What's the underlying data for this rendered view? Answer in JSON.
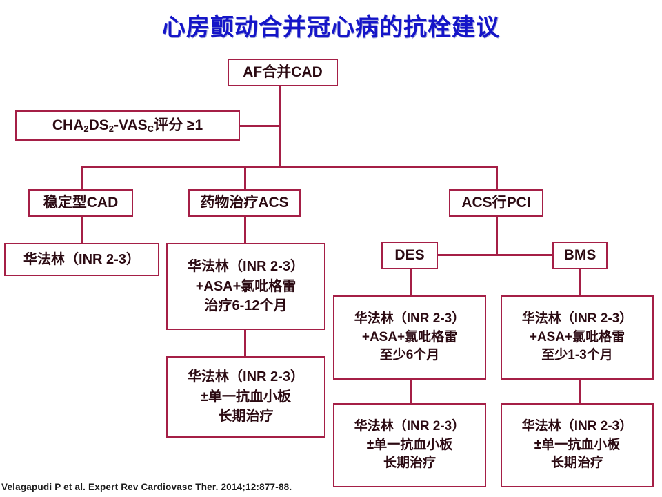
{
  "title": "心房颤动合并冠心病的抗栓建议",
  "colors": {
    "title": "#1515c8",
    "box_border": "#a51f46",
    "box_text": "#2b0a12",
    "connector": "#a51f46",
    "background": "#ffffff"
  },
  "nodes": {
    "root": {
      "label": "AF合并CAD"
    },
    "score": {
      "prefix": "CHA",
      "sub1": "2",
      "mid": "DS",
      "sub2": "2",
      "suffix": "-VAS",
      "sub3": "C",
      "tail": "评分 ≥1"
    },
    "stable_cad": {
      "label": "稳定型CAD"
    },
    "medical_acs": {
      "label": "药物治疗ACS"
    },
    "acs_pci": {
      "label": "ACS行PCI"
    },
    "des": {
      "label": "DES"
    },
    "bms": {
      "label": "BMS"
    },
    "stable_cad_tx": {
      "line1": "华法林（INR 2-3）"
    },
    "medical_acs_tx1": {
      "line1": "华法林（INR 2-3）",
      "line2": "+ASA+氯吡格雷",
      "line3": "治疗6-12个月"
    },
    "medical_acs_tx2": {
      "line1": "华法林（INR 2-3）",
      "line2": "±单一抗血小板",
      "line3": "长期治疗"
    },
    "des_tx1": {
      "line1": "华法林（INR 2-3）",
      "line2": "+ASA+氯吡格雷",
      "line3": "至少6个月"
    },
    "des_tx2": {
      "line1": "华法林（INR 2-3）",
      "line2": "±单一抗血小板",
      "line3": "长期治疗"
    },
    "bms_tx1": {
      "line1": "华法林（INR 2-3）",
      "line2": "+ASA+氯吡格雷",
      "line3": "至少1-3个月"
    },
    "bms_tx2": {
      "line1": "华法林（INR 2-3）",
      "line2": "±单一抗血小板",
      "line3": "长期治疗"
    }
  },
  "citation": "Velagapudi P et al. Expert Rev Cardiovasc Ther. 2014;12:877-88."
}
